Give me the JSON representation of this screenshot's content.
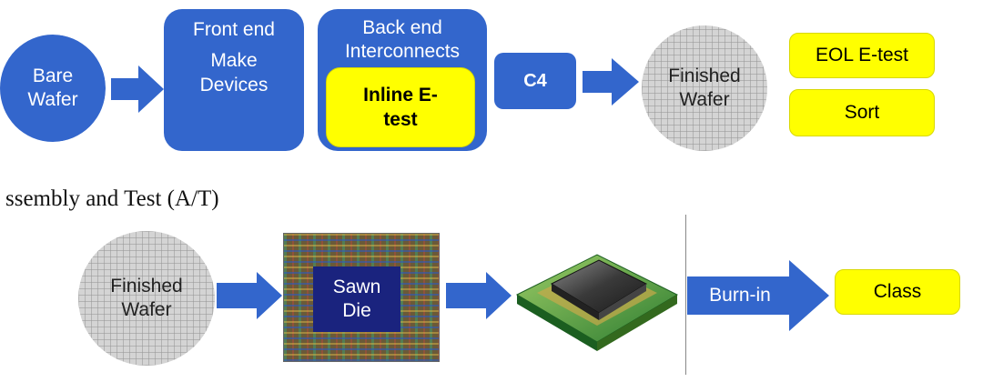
{
  "colors": {
    "blue": "#3366cc",
    "yellow": "#ffff00",
    "navy": "#1a237e"
  },
  "fab": {
    "bare_wafer": [
      "Bare",
      "Wafer"
    ],
    "front_end": {
      "title": "Front end",
      "body": [
        "Make",
        "Devices"
      ]
    },
    "back_end": {
      "title": [
        "Back end",
        "Interconnects"
      ],
      "inline": [
        "Inline E-",
        "test"
      ]
    },
    "c4": "C4",
    "finished_wafer": [
      "Finished",
      "Wafer"
    ],
    "eol_etest": "EOL E-test",
    "sort": "Sort"
  },
  "section_title": "ssembly and Test (A/T)",
  "assembly": {
    "finished_wafer": [
      "Finished",
      "Wafer"
    ],
    "sawn_die": [
      "Sawn",
      "Die"
    ],
    "burn_in": "Burn-in",
    "class": "Class"
  }
}
